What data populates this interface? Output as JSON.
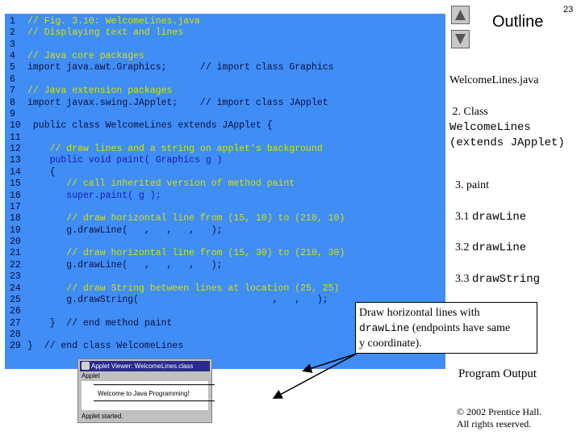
{
  "slide_number": "23",
  "outline_title": "Outline",
  "code": {
    "line_numbers": [
      "1",
      "2",
      "3",
      "4",
      "5",
      "6",
      "7",
      "8",
      "9",
      "10",
      "11",
      "12",
      "13",
      "14",
      "15",
      "16",
      "17",
      "18",
      "19",
      "20",
      "21",
      "22",
      "23",
      "24",
      "25",
      "26",
      "27",
      "28",
      "29"
    ],
    "lines": [
      "// Fig. 3.10: WelcomeLines.java",
      "// Displaying text and lines",
      "",
      "// Java core packages",
      "import java.awt.Graphics;      // import class Graphics",
      "",
      "// Java extension packages",
      "import javax.swing.JApplet;    // import class JApplet",
      "",
      " public class WelcomeLines extends JApplet {",
      "",
      "    // draw lines and a string on applet's background",
      "    public void paint( Graphics g )",
      "    {",
      "       // call inherited version of method paint",
      "       super.paint( g );",
      "",
      "       // draw horizontal line from (15, 10) to (210, 10)",
      "       g.drawLine(   ,   ,   ,   );",
      "",
      "       // draw horizontal line from (15, 30) to (210, 30)",
      "       g.drawLine(   ,   ,   ,   );",
      "",
      "       // draw String between lines at location (25, 25)",
      "       g.drawString(                        ,   ,   );",
      "",
      "    }  // end method paint",
      "",
      "}  // end class WelcomeLines"
    ],
    "line_styles": [
      "comment",
      "comment",
      "plain",
      "comment",
      "plain",
      "plain",
      "comment",
      "plain",
      "plain",
      "plain",
      "plain",
      "comment",
      "kw",
      "plain",
      "comment",
      "kw",
      "plain",
      "comment",
      "plain",
      "plain",
      "comment",
      "plain",
      "plain",
      "comment",
      "plain",
      "plain",
      "mixed",
      "plain",
      "mixed"
    ]
  },
  "outline_items": {
    "file": "WelcomeLines.java",
    "item2_line1": " 2. Class",
    "item2_line2": "WelcomeLines",
    "item2_line3": "(extends JApplet)",
    "item3": "3. paint",
    "item31_num": "3.1 ",
    "item31_code": "drawLine",
    "item32_num": "3.2 ",
    "item32_code": "drawLine",
    "item33_num": "3.3 ",
    "item33_code": "drawString"
  },
  "callout": {
    "text1": "Draw horizontal lines with",
    "code": "drawLine",
    "text2": " (endpoints have same",
    "text3": "y coordinate)."
  },
  "applet": {
    "title": "Applet Viewer: WelcomeLines.class",
    "menu": "Applet",
    "text": "Welcome to Java Programming!",
    "status": "Applet started."
  },
  "program_output": "Program Output",
  "copyright_line1": "© 2002 Prentice Hall.",
  "copyright_line2": "All rights reserved.",
  "colors": {
    "code_background": "#3f8df5",
    "comment": "#d7e000",
    "keyword": "#1b1bb0"
  },
  "icons": [
    "up-arrow-icon",
    "down-arrow-icon",
    "applet-window-icon"
  ]
}
